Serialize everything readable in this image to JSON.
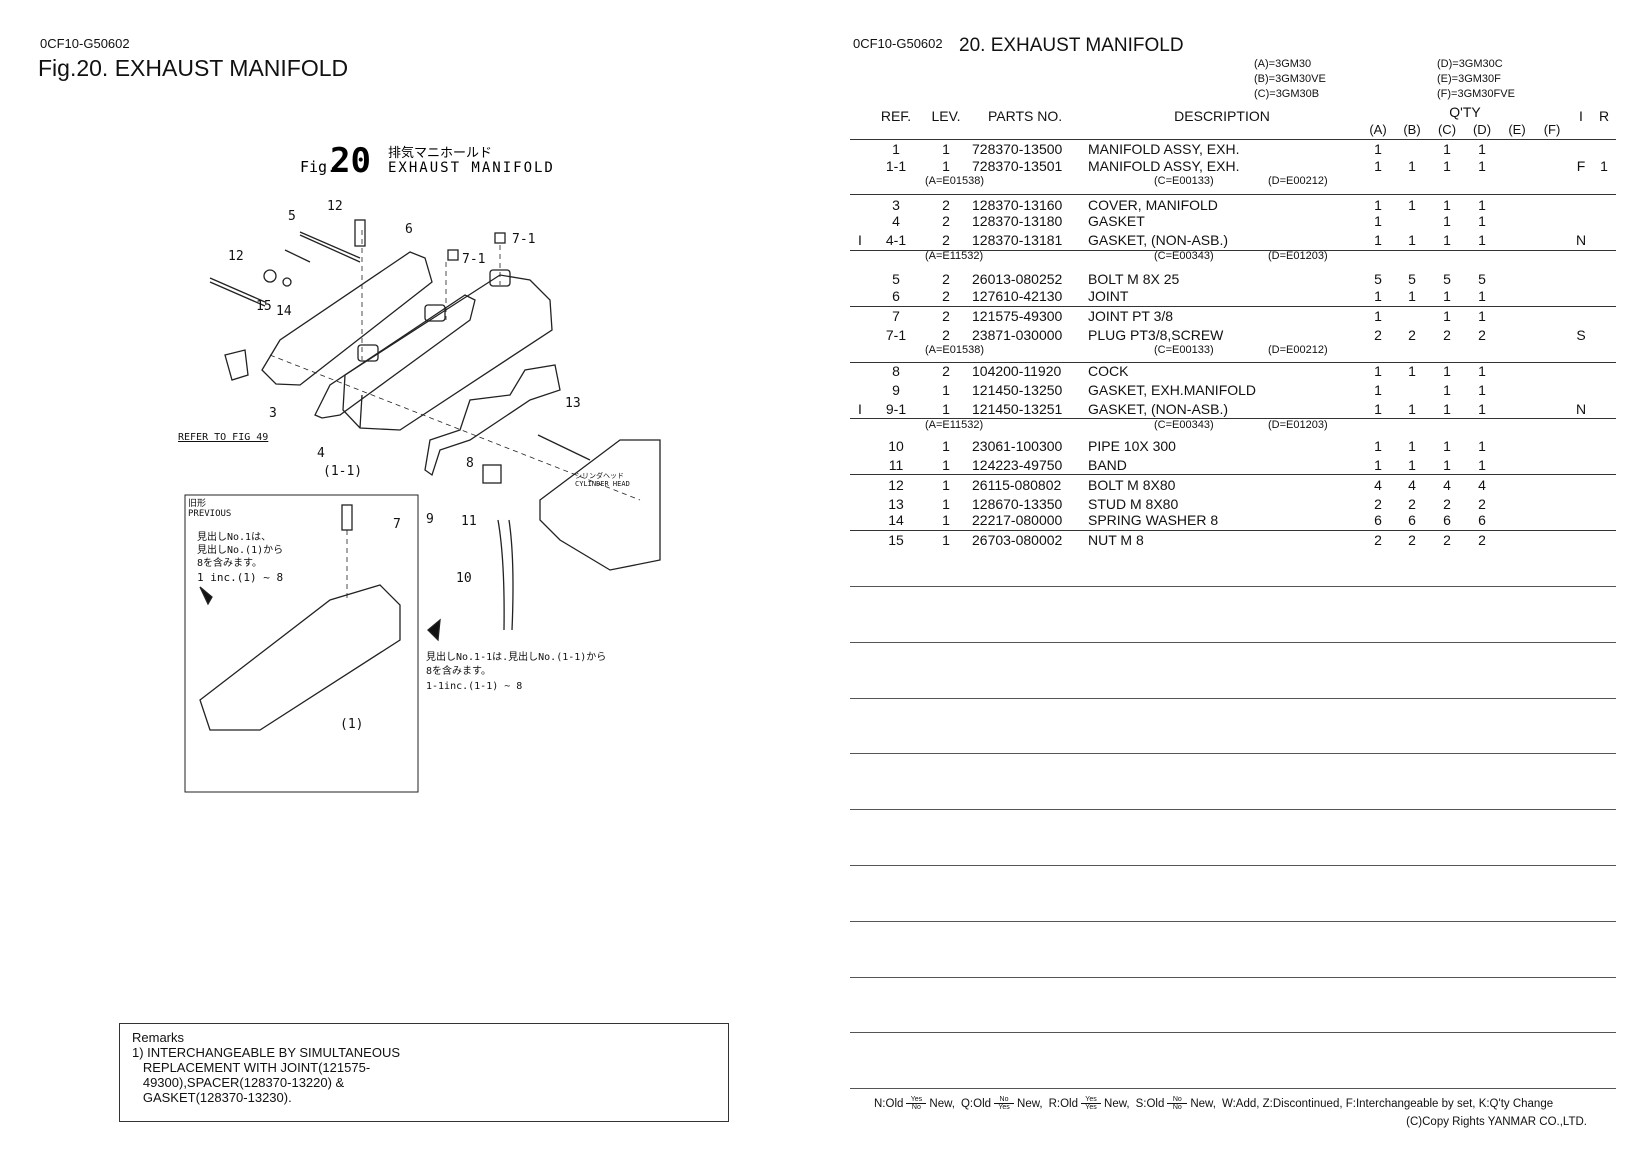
{
  "left": {
    "doc_code": "0CF10-G50602",
    "title": "Fig.20.  EXHAUST MANIFOLD"
  },
  "diagram": {
    "fig_prefix": "Fig.",
    "fig_number": "20",
    "title_jp": "排気マニホールド",
    "title_en": "EXHAUST MANIFOLD",
    "labels": [
      "12",
      "5",
      "6",
      "7-1",
      "7-1",
      "12",
      "15",
      "14",
      "3",
      "REFER TO FIG 49",
      "4",
      "(1-1)",
      "13",
      "8",
      "9",
      "11",
      "10",
      "シリンダヘッド",
      "CYLINDER HEAD"
    ],
    "previous_box": {
      "title_jp": "旧形",
      "title_en": "PREVIOUS",
      "callout_7": "7",
      "callout_1": "(1)",
      "note_lines": [
        "見出しNo.1は、",
        "見出しNo.(1)から",
        "8を含みます。",
        "1 inc.(1) ~ 8"
      ]
    },
    "note_1_1": [
      "見出しNo.1-1は.見出しNo.(1-1)から",
      "8を含みます。",
      "1-1inc.(1-1) ~ 8"
    ]
  },
  "remarks": {
    "title": "Remarks",
    "lines": [
      "1) INTERCHANGEABLE BY SIMULTANEOUS",
      "   REPLACEMENT WITH JOINT(121575-",
      "   49300),SPACER(128370-13220) &",
      "   GASKET(128370-13230)."
    ]
  },
  "right": {
    "doc_code": "0CF10-G50602",
    "title": "20.  EXHAUST MANIFOLD",
    "models": [
      "(A)=3GM30",
      "(B)=3GM30VE",
      "(C)=3GM30B",
      "(D)=3GM30C",
      "(E)=3GM30F",
      "(F)=3GM30FVE"
    ],
    "headers": {
      "ref": "REF.",
      "lev": "LEV.",
      "parts_no": "PARTS NO.",
      "description": "DESCRIPTION",
      "qty": "Q'TY",
      "cols": [
        "(A)",
        "(B)",
        "(C)",
        "(D)",
        "(E)",
        "(F)"
      ],
      "i": "I",
      "r": "R"
    },
    "rows": [
      {
        "mark": "",
        "ref": "1",
        "lev": "1",
        "part": "728370-13500",
        "desc": "MANIFOLD ASSY, EXH.",
        "q": [
          "1",
          "",
          "1",
          "1",
          "",
          ""
        ],
        "i": "",
        "r": ""
      },
      {
        "mark": "",
        "ref": "1-1",
        "lev": "1",
        "part": "728370-13501",
        "desc": "MANIFOLD ASSY, EXH.",
        "q": [
          "1",
          "1",
          "1",
          "1",
          "",
          ""
        ],
        "i": "F",
        "r": "1"
      },
      {
        "serial": [
          "(A=E01538)",
          "(C=E00133)",
          "(D=E00212)"
        ]
      },
      {
        "line": true
      },
      {
        "mark": "",
        "ref": "3",
        "lev": "2",
        "part": "128370-13160",
        "desc": "COVER, MANIFOLD",
        "q": [
          "1",
          "1",
          "1",
          "1",
          "",
          ""
        ],
        "i": "",
        "r": ""
      },
      {
        "mark": "",
        "ref": "4",
        "lev": "2",
        "part": "128370-13180",
        "desc": "GASKET",
        "q": [
          "1",
          "",
          "1",
          "1",
          "",
          ""
        ],
        "i": "",
        "r": ""
      },
      {
        "mark": "I",
        "ref": "4-1",
        "lev": "2",
        "part": "128370-13181",
        "desc": "GASKET, (NON-ASB.)",
        "q": [
          "1",
          "1",
          "1",
          "1",
          "",
          ""
        ],
        "i": "N",
        "r": ""
      },
      {
        "line": true
      },
      {
        "serial": [
          "(A=E11532)",
          "(C=E00343)",
          "(D=E01203)"
        ]
      },
      {
        "mark": "",
        "ref": "5",
        "lev": "2",
        "part": "26013-080252",
        "desc": "BOLT M 8X 25",
        "q": [
          "5",
          "5",
          "5",
          "5",
          "",
          ""
        ],
        "i": "",
        "r": ""
      },
      {
        "mark": "",
        "ref": "6",
        "lev": "2",
        "part": "127610-42130",
        "desc": "JOINT",
        "q": [
          "1",
          "1",
          "1",
          "1",
          "",
          ""
        ],
        "i": "",
        "r": ""
      },
      {
        "line": true
      },
      {
        "mark": "",
        "ref": "7",
        "lev": "2",
        "part": "121575-49300",
        "desc": "JOINT PT 3/8",
        "q": [
          "1",
          "",
          "1",
          "1",
          "",
          ""
        ],
        "i": "",
        "r": ""
      },
      {
        "mark": "",
        "ref": "7-1",
        "lev": "2",
        "part": "23871-030000",
        "desc": "PLUG PT3/8,SCREW",
        "q": [
          "2",
          "2",
          "2",
          "2",
          "",
          ""
        ],
        "i": "S",
        "r": ""
      },
      {
        "serial": [
          "(A=E01538)",
          "(C=E00133)",
          "(D=E00212)"
        ]
      },
      {
        "line": true
      },
      {
        "mark": "",
        "ref": "8",
        "lev": "2",
        "part": "104200-11920",
        "desc": "COCK",
        "q": [
          "1",
          "1",
          "1",
          "1",
          "",
          ""
        ],
        "i": "",
        "r": ""
      },
      {
        "mark": "",
        "ref": "9",
        "lev": "1",
        "part": "121450-13250",
        "desc": "GASKET, EXH.MANIFOLD",
        "q": [
          "1",
          "",
          "1",
          "1",
          "",
          ""
        ],
        "i": "",
        "r": ""
      },
      {
        "mark": "I",
        "ref": "9-1",
        "lev": "1",
        "part": "121450-13251",
        "desc": "GASKET, (NON-ASB.)",
        "q": [
          "1",
          "1",
          "1",
          "1",
          "",
          ""
        ],
        "i": "N",
        "r": ""
      },
      {
        "line": true
      },
      {
        "serial": [
          "(A=E11532)",
          "(C=E00343)",
          "(D=E01203)"
        ]
      },
      {
        "mark": "",
        "ref": "10",
        "lev": "1",
        "part": "23061-100300",
        "desc": "PIPE 10X 300",
        "q": [
          "1",
          "1",
          "1",
          "1",
          "",
          ""
        ],
        "i": "",
        "r": ""
      },
      {
        "mark": "",
        "ref": "11",
        "lev": "1",
        "part": "124223-49750",
        "desc": "BAND",
        "q": [
          "1",
          "1",
          "1",
          "1",
          "",
          ""
        ],
        "i": "",
        "r": ""
      },
      {
        "line": true
      },
      {
        "mark": "",
        "ref": "12",
        "lev": "1",
        "part": "26115-080802",
        "desc": "BOLT M 8X80",
        "q": [
          "4",
          "4",
          "4",
          "4",
          "",
          ""
        ],
        "i": "",
        "r": ""
      },
      {
        "mark": "",
        "ref": "13",
        "lev": "1",
        "part": "128670-13350",
        "desc": "STUD M 8X80",
        "q": [
          "2",
          "2",
          "2",
          "2",
          "",
          ""
        ],
        "i": "",
        "r": ""
      },
      {
        "mark": "",
        "ref": "14",
        "lev": "1",
        "part": "22217-080000",
        "desc": "SPRING WASHER  8",
        "q": [
          "6",
          "6",
          "6",
          "6",
          "",
          ""
        ],
        "i": "",
        "r": ""
      },
      {
        "line": true
      },
      {
        "mark": "",
        "ref": "15",
        "lev": "1",
        "part": "26703-080002",
        "desc": "NUT M 8",
        "q": [
          "2",
          "2",
          "2",
          "2",
          "",
          ""
        ],
        "i": "",
        "r": ""
      }
    ],
    "legend": [
      {
        "code": "N:Old",
        "top": "Yes",
        "bottom": "No",
        "after": "New,"
      },
      {
        "code": "Q:Old",
        "top": "No",
        "bottom": "Yes",
        "after": "New,"
      },
      {
        "code": "R:Old",
        "top": "Yes",
        "bottom": "Yes",
        "after": "New,"
      },
      {
        "code": "S:Old",
        "top": "No",
        "bottom": "No",
        "after": "New,"
      }
    ],
    "legend_tail": "W:Add, Z:Discontinued, F:Interchangeable by set, K:Q'ty Change",
    "copyright": "(C)Copy Rights YANMAR CO.,LTD."
  }
}
